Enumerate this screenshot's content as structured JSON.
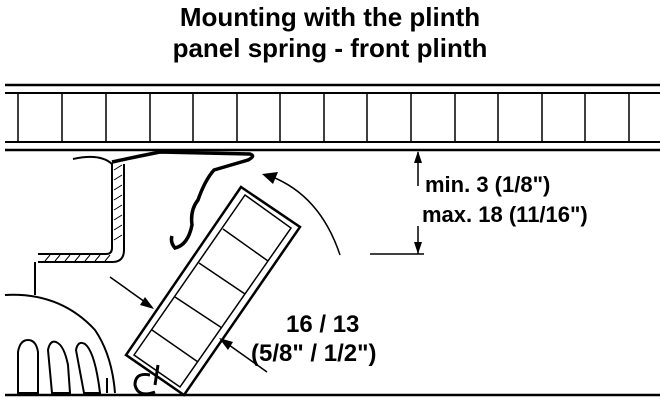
{
  "title": {
    "line1": "Mounting with the plinth",
    "line2": "panel spring - front plinth"
  },
  "dimension_gap": {
    "min": "min. 3 (1/8\")",
    "max": "max. 18 (11/16\")"
  },
  "dimension_thickness": {
    "metric": "16 / 13",
    "imperial": "(5/8\" / 1/2\")"
  },
  "colors": {
    "ink": "#000000",
    "background": "#ffffff"
  }
}
